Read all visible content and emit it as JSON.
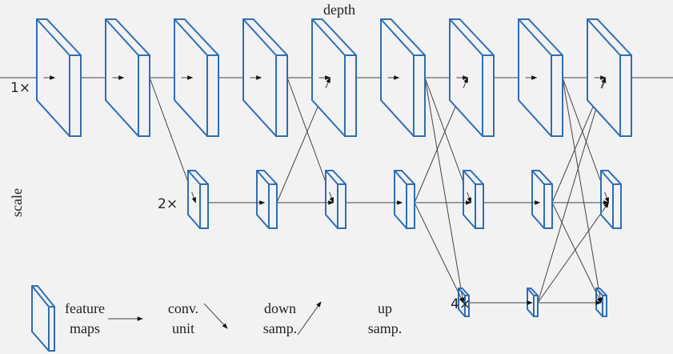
{
  "labels": {
    "depth": "depth",
    "scale": "scale",
    "scale_1x": "1×",
    "scale_2x": "2×",
    "scale_4x": "4×"
  },
  "legend": [
    {
      "key": "feature-maps",
      "line1": "feature",
      "line2": "maps"
    },
    {
      "key": "conv-unit",
      "line1": "conv.",
      "line2": "unit"
    },
    {
      "key": "down-samp",
      "line1": "down",
      "line2": "samp."
    },
    {
      "key": "up-samp",
      "line1": "up",
      "line2": "samp."
    }
  ],
  "colors": {
    "block_stroke": "#2e6eb5",
    "arrow": "#444444",
    "background": "#f2f2f2"
  },
  "grid": {
    "columns": 9,
    "rows": [
      {
        "scale": "1x",
        "columns_present": [
          0,
          1,
          2,
          3,
          4,
          5,
          6,
          7,
          8
        ]
      },
      {
        "scale": "2x",
        "columns_present": [
          2,
          3,
          4,
          5,
          6,
          7,
          8
        ]
      },
      {
        "scale": "4x",
        "columns_present": [
          6,
          7,
          8
        ]
      }
    ],
    "edges": [
      {
        "from": [
          0,
          0
        ],
        "to": [
          0,
          1
        ],
        "type": "conv"
      },
      {
        "from": [
          0,
          1
        ],
        "to": [
          0,
          2
        ],
        "type": "conv"
      },
      {
        "from": [
          0,
          2
        ],
        "to": [
          0,
          3
        ],
        "type": "conv"
      },
      {
        "from": [
          0,
          3
        ],
        "to": [
          0,
          4
        ],
        "type": "conv"
      },
      {
        "from": [
          0,
          4
        ],
        "to": [
          0,
          5
        ],
        "type": "conv"
      },
      {
        "from": [
          0,
          5
        ],
        "to": [
          0,
          6
        ],
        "type": "conv"
      },
      {
        "from": [
          0,
          6
        ],
        "to": [
          0,
          7
        ],
        "type": "conv"
      },
      {
        "from": [
          0,
          7
        ],
        "to": [
          0,
          8
        ],
        "type": "conv"
      },
      {
        "from": [
          1,
          2
        ],
        "to": [
          1,
          3
        ],
        "type": "conv"
      },
      {
        "from": [
          1,
          3
        ],
        "to": [
          1,
          4
        ],
        "type": "conv"
      },
      {
        "from": [
          1,
          4
        ],
        "to": [
          1,
          5
        ],
        "type": "conv"
      },
      {
        "from": [
          1,
          5
        ],
        "to": [
          1,
          6
        ],
        "type": "conv"
      },
      {
        "from": [
          1,
          6
        ],
        "to": [
          1,
          7
        ],
        "type": "conv"
      },
      {
        "from": [
          1,
          7
        ],
        "to": [
          1,
          8
        ],
        "type": "conv"
      },
      {
        "from": [
          2,
          6
        ],
        "to": [
          2,
          7
        ],
        "type": "conv"
      },
      {
        "from": [
          2,
          7
        ],
        "to": [
          2,
          8
        ],
        "type": "conv"
      },
      {
        "from": [
          0,
          1
        ],
        "to": [
          1,
          2
        ],
        "type": "down"
      },
      {
        "from": [
          0,
          3
        ],
        "to": [
          1,
          4
        ],
        "type": "down"
      },
      {
        "from": [
          1,
          3
        ],
        "to": [
          0,
          4
        ],
        "type": "up"
      },
      {
        "from": [
          0,
          5
        ],
        "to": [
          1,
          6
        ],
        "type": "down"
      },
      {
        "from": [
          0,
          5
        ],
        "to": [
          2,
          6
        ],
        "type": "down"
      },
      {
        "from": [
          1,
          5
        ],
        "to": [
          0,
          6
        ],
        "type": "up"
      },
      {
        "from": [
          1,
          5
        ],
        "to": [
          2,
          6
        ],
        "type": "down"
      },
      {
        "from": [
          0,
          7
        ],
        "to": [
          1,
          8
        ],
        "type": "down"
      },
      {
        "from": [
          0,
          7
        ],
        "to": [
          2,
          8
        ],
        "type": "down"
      },
      {
        "from": [
          1,
          7
        ],
        "to": [
          0,
          8
        ],
        "type": "up"
      },
      {
        "from": [
          1,
          7
        ],
        "to": [
          2,
          8
        ],
        "type": "down"
      },
      {
        "from": [
          2,
          7
        ],
        "to": [
          0,
          8
        ],
        "type": "up"
      },
      {
        "from": [
          2,
          7
        ],
        "to": [
          1,
          8
        ],
        "type": "up"
      }
    ]
  }
}
